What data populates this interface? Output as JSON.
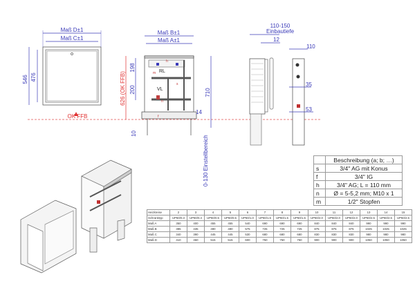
{
  "front_door": {
    "dim_d": "Maß D±1",
    "dim_c": "Maß C±1",
    "height_outer": "546",
    "height_inner": "476",
    "ffb": "OK FFB"
  },
  "front_open": {
    "dim_b": "Maß B±1",
    "dim_a": "Maß A±1",
    "height_ffb": "626 (OK FFB)",
    "d198": "198",
    "d200": "200",
    "d710": "710",
    "d14": "14",
    "d10": "10",
    "adjust": "0-130 Einstellbereich",
    "rl": "RL",
    "vl": "VL",
    "labels": {
      "h": "h",
      "m": "m",
      "s": "s",
      "n": "n",
      "f": "f"
    }
  },
  "side": {
    "depth": "110-150",
    "depth_label": "Einbautiefe",
    "d12": "12",
    "d110": "110",
    "d35": "35",
    "d53": "53"
  },
  "legend": {
    "header": "Beschreibung (a; b; …)",
    "rows": [
      {
        "k": "s",
        "v": "3/4\" AG mit Konus"
      },
      {
        "k": "f",
        "v": "3/4\" IG"
      },
      {
        "k": "h",
        "v": "3/4\" AG; L = 110 mm"
      },
      {
        "k": "n",
        "v": "Ø = 5-5,2 mm; M10 x 1"
      },
      {
        "k": "m",
        "v": "1/2\" Stopfen"
      }
    ]
  },
  "dimension_table": {
    "rows": [
      [
        "Heizkreise",
        "2",
        "3",
        "4",
        "5",
        "6",
        "7",
        "8",
        "9",
        "10",
        "11",
        "12",
        "13",
        "14",
        "15"
      ],
      [
        "Schranktyp",
        "UP60/0.3",
        "UP60/0.4",
        "UP60/0.5",
        "UP60/0.5",
        "UP60/1.0",
        "UP60/1.5",
        "UP60/1.5",
        "UP60/1.5",
        "UP60/2.0",
        "UP60/2.0",
        "UP60/2.0",
        "UP60/2.5",
        "UP60/2.5",
        "UP60/2.5"
      ],
      [
        "Maß A",
        "350",
        "400",
        "455",
        "455",
        "540",
        "690",
        "690",
        "690",
        "840",
        "840",
        "840",
        "990",
        "990",
        "990"
      ],
      [
        "Maß B",
        "385",
        "435",
        "490",
        "490",
        "575",
        "725",
        "725",
        "725",
        "875",
        "875",
        "875",
        "1025",
        "1025",
        "1025"
      ],
      [
        "Maß C",
        "340",
        "390",
        "445",
        "445",
        "530",
        "680",
        "680",
        "680",
        "830",
        "830",
        "830",
        "980",
        "980",
        "980"
      ],
      [
        "Maß D",
        "410",
        "460",
        "515",
        "515",
        "600",
        "750",
        "750",
        "750",
        "900",
        "900",
        "900",
        "1050",
        "1050",
        "1050"
      ]
    ]
  }
}
